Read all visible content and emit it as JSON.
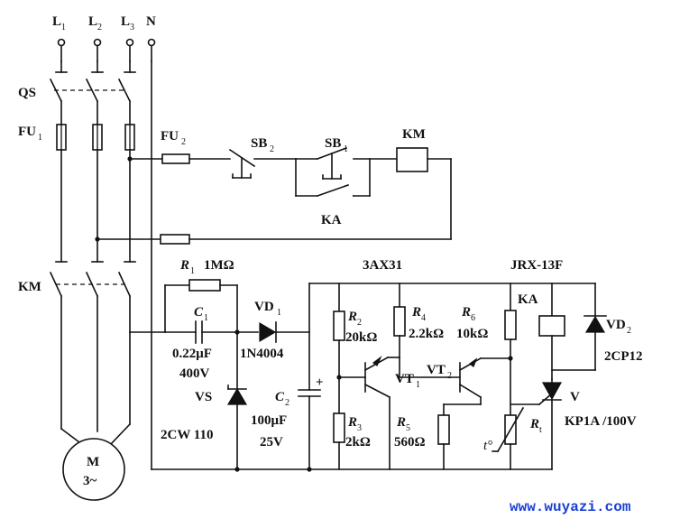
{
  "labels": {
    "L1": "L",
    "L1_sub": "1",
    "L2": "L",
    "L2_sub": "2",
    "L3": "L",
    "L3_sub": "3",
    "N": "N",
    "QS": "QS",
    "FU1": "FU",
    "FU1_sub": "1",
    "FU2": "FU",
    "FU2_sub": "2",
    "SB2": "SB",
    "SB2_sub": "2",
    "SB1": "SB",
    "SB1_sub": "1",
    "KM_coil": "KM",
    "KA_contact": "KA",
    "KM_main": "KM",
    "motor_M": "M",
    "motor_phase": "3~",
    "R1": "R",
    "R1_sub": "1",
    "R1_value": "1MΩ",
    "C1": "C",
    "C1_sub": "1",
    "C1_value": "0.22μF",
    "C1_voltage": "400V",
    "VD1": "VD",
    "VD1_sub": "1",
    "VD1_part": "1N4004",
    "VS": "VS",
    "VS_part": "2CW 110",
    "C2": "C",
    "C2_sub": "2",
    "C2_value": "100μF",
    "C2_voltage": "25V",
    "C2_plus": "+",
    "transistor_part": "3AX31",
    "R2": "R",
    "R2_sub": "2",
    "R2_value": "20kΩ",
    "R3": "R",
    "R3_sub": "3",
    "R3_value": "2kΩ",
    "R4": "R",
    "R4_sub": "4",
    "R4_value": "2.2kΩ",
    "R5": "R",
    "R5_sub": "5",
    "R5_value": "560Ω",
    "R6": "R",
    "R6_sub": "6",
    "R6_value": "10kΩ",
    "VT1": "VT",
    "VT1_sub": "1",
    "VT2": "VT",
    "VT2_sub": "2",
    "relay_part": "JRX-13F",
    "KA_coil": "KA",
    "VD2": "VD",
    "VD2_sub": "2",
    "VD2_part": "2CP12",
    "thyristor": "V",
    "thyristor_part": "KP1A /100V",
    "Rt": "R",
    "Rt_sub": "t",
    "Rt_temp": "t°",
    "watermark": "www.wuyazi.com"
  }
}
